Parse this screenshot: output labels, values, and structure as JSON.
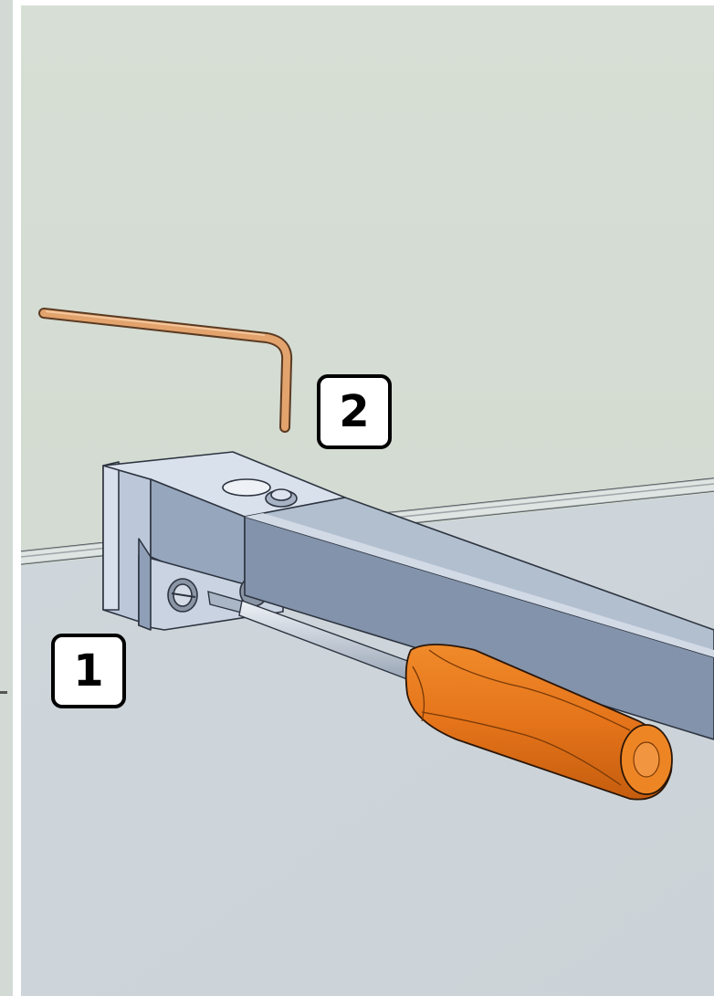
{
  "diagram": {
    "steps": [
      {
        "number": "1",
        "target": "screwdriver-loosening-clamp-screws"
      },
      {
        "number": "2",
        "target": "allen-key-above-clamp-bolt"
      }
    ],
    "colors": {
      "wall": "#d5ddd4",
      "floor": "#cfd6da",
      "aluminum": "#a9b6c8",
      "aluminum_dark": "#7f8ea6",
      "allen_key": "#e0a06a",
      "screwdriver_handle": "#e9781a",
      "screwdriver_shaft": "#c7d0dc",
      "label_border": "#000000",
      "label_bg": "#ffffff"
    },
    "icons": {
      "tool_1": "screwdriver-icon",
      "tool_2": "allen-key-icon"
    }
  }
}
